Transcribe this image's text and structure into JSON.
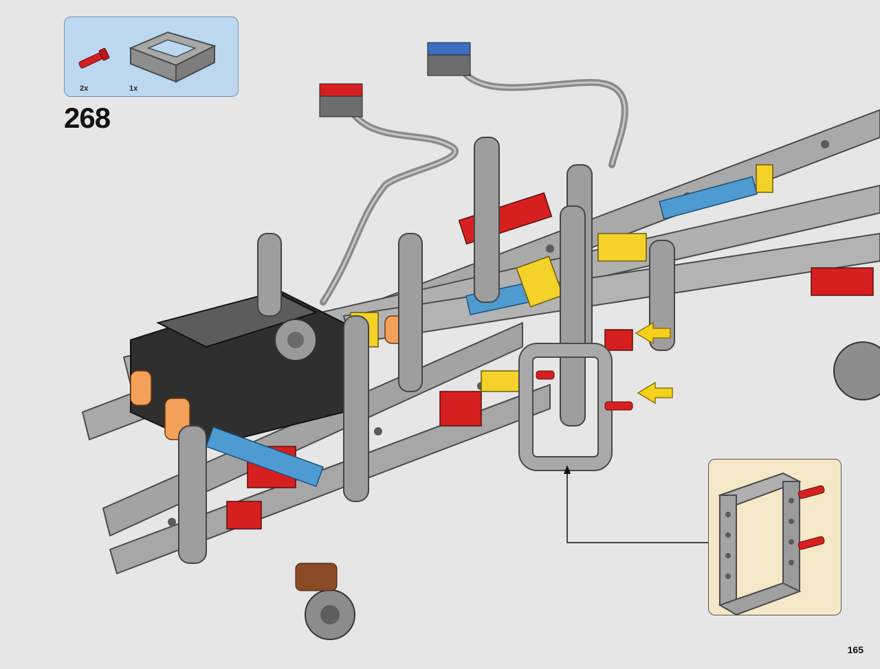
{
  "parts_list": {
    "items": [
      {
        "name": "red-axle-pin",
        "quantity": "2x"
      },
      {
        "name": "grey-5x7-open-frame",
        "quantity": "1x"
      }
    ]
  },
  "step": {
    "number": "268"
  },
  "page": {
    "number": "165"
  },
  "colors": {
    "parts_box_bg": "#bcd8f0",
    "callout_bg": "#f5e8c9",
    "page_bg": "#e6e6e6",
    "red": "#d6201f",
    "yellow": "#f4d22a",
    "blue": "#4e9bd1",
    "orange": "#f3a15a",
    "grey": "#a5a5a5",
    "dark_grey": "#5c5c5c",
    "black": "#2a2a2a"
  },
  "icons": [
    "red-pin-icon",
    "grey-frame-icon",
    "callout-arrow-icon",
    "blue-function-connector-icon",
    "red-function-connector-icon"
  ]
}
